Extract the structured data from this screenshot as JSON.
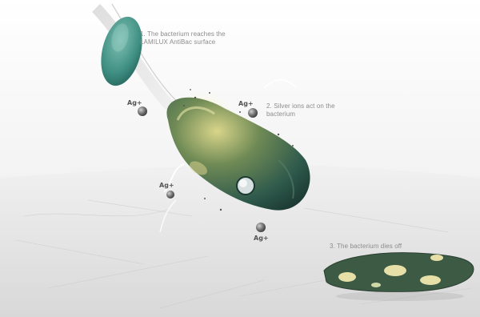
{
  "steps": [
    {
      "line1": "1. The bacterium reaches the",
      "line2": "LAMILUX AntiBac surface"
    },
    {
      "line1": "2. Silver ions act on the",
      "line2": "bacterium"
    },
    {
      "line1": "3. The bacterium dies off",
      "line2": ""
    }
  ],
  "ion_label": "Ag+",
  "colors": {
    "bacterium_live": "#3f8f83",
    "bacterium_dark": "#2c4a36",
    "silver_ion": "#707070",
    "surface": "#e8e8e8",
    "label_text": "#8c8c8c"
  }
}
